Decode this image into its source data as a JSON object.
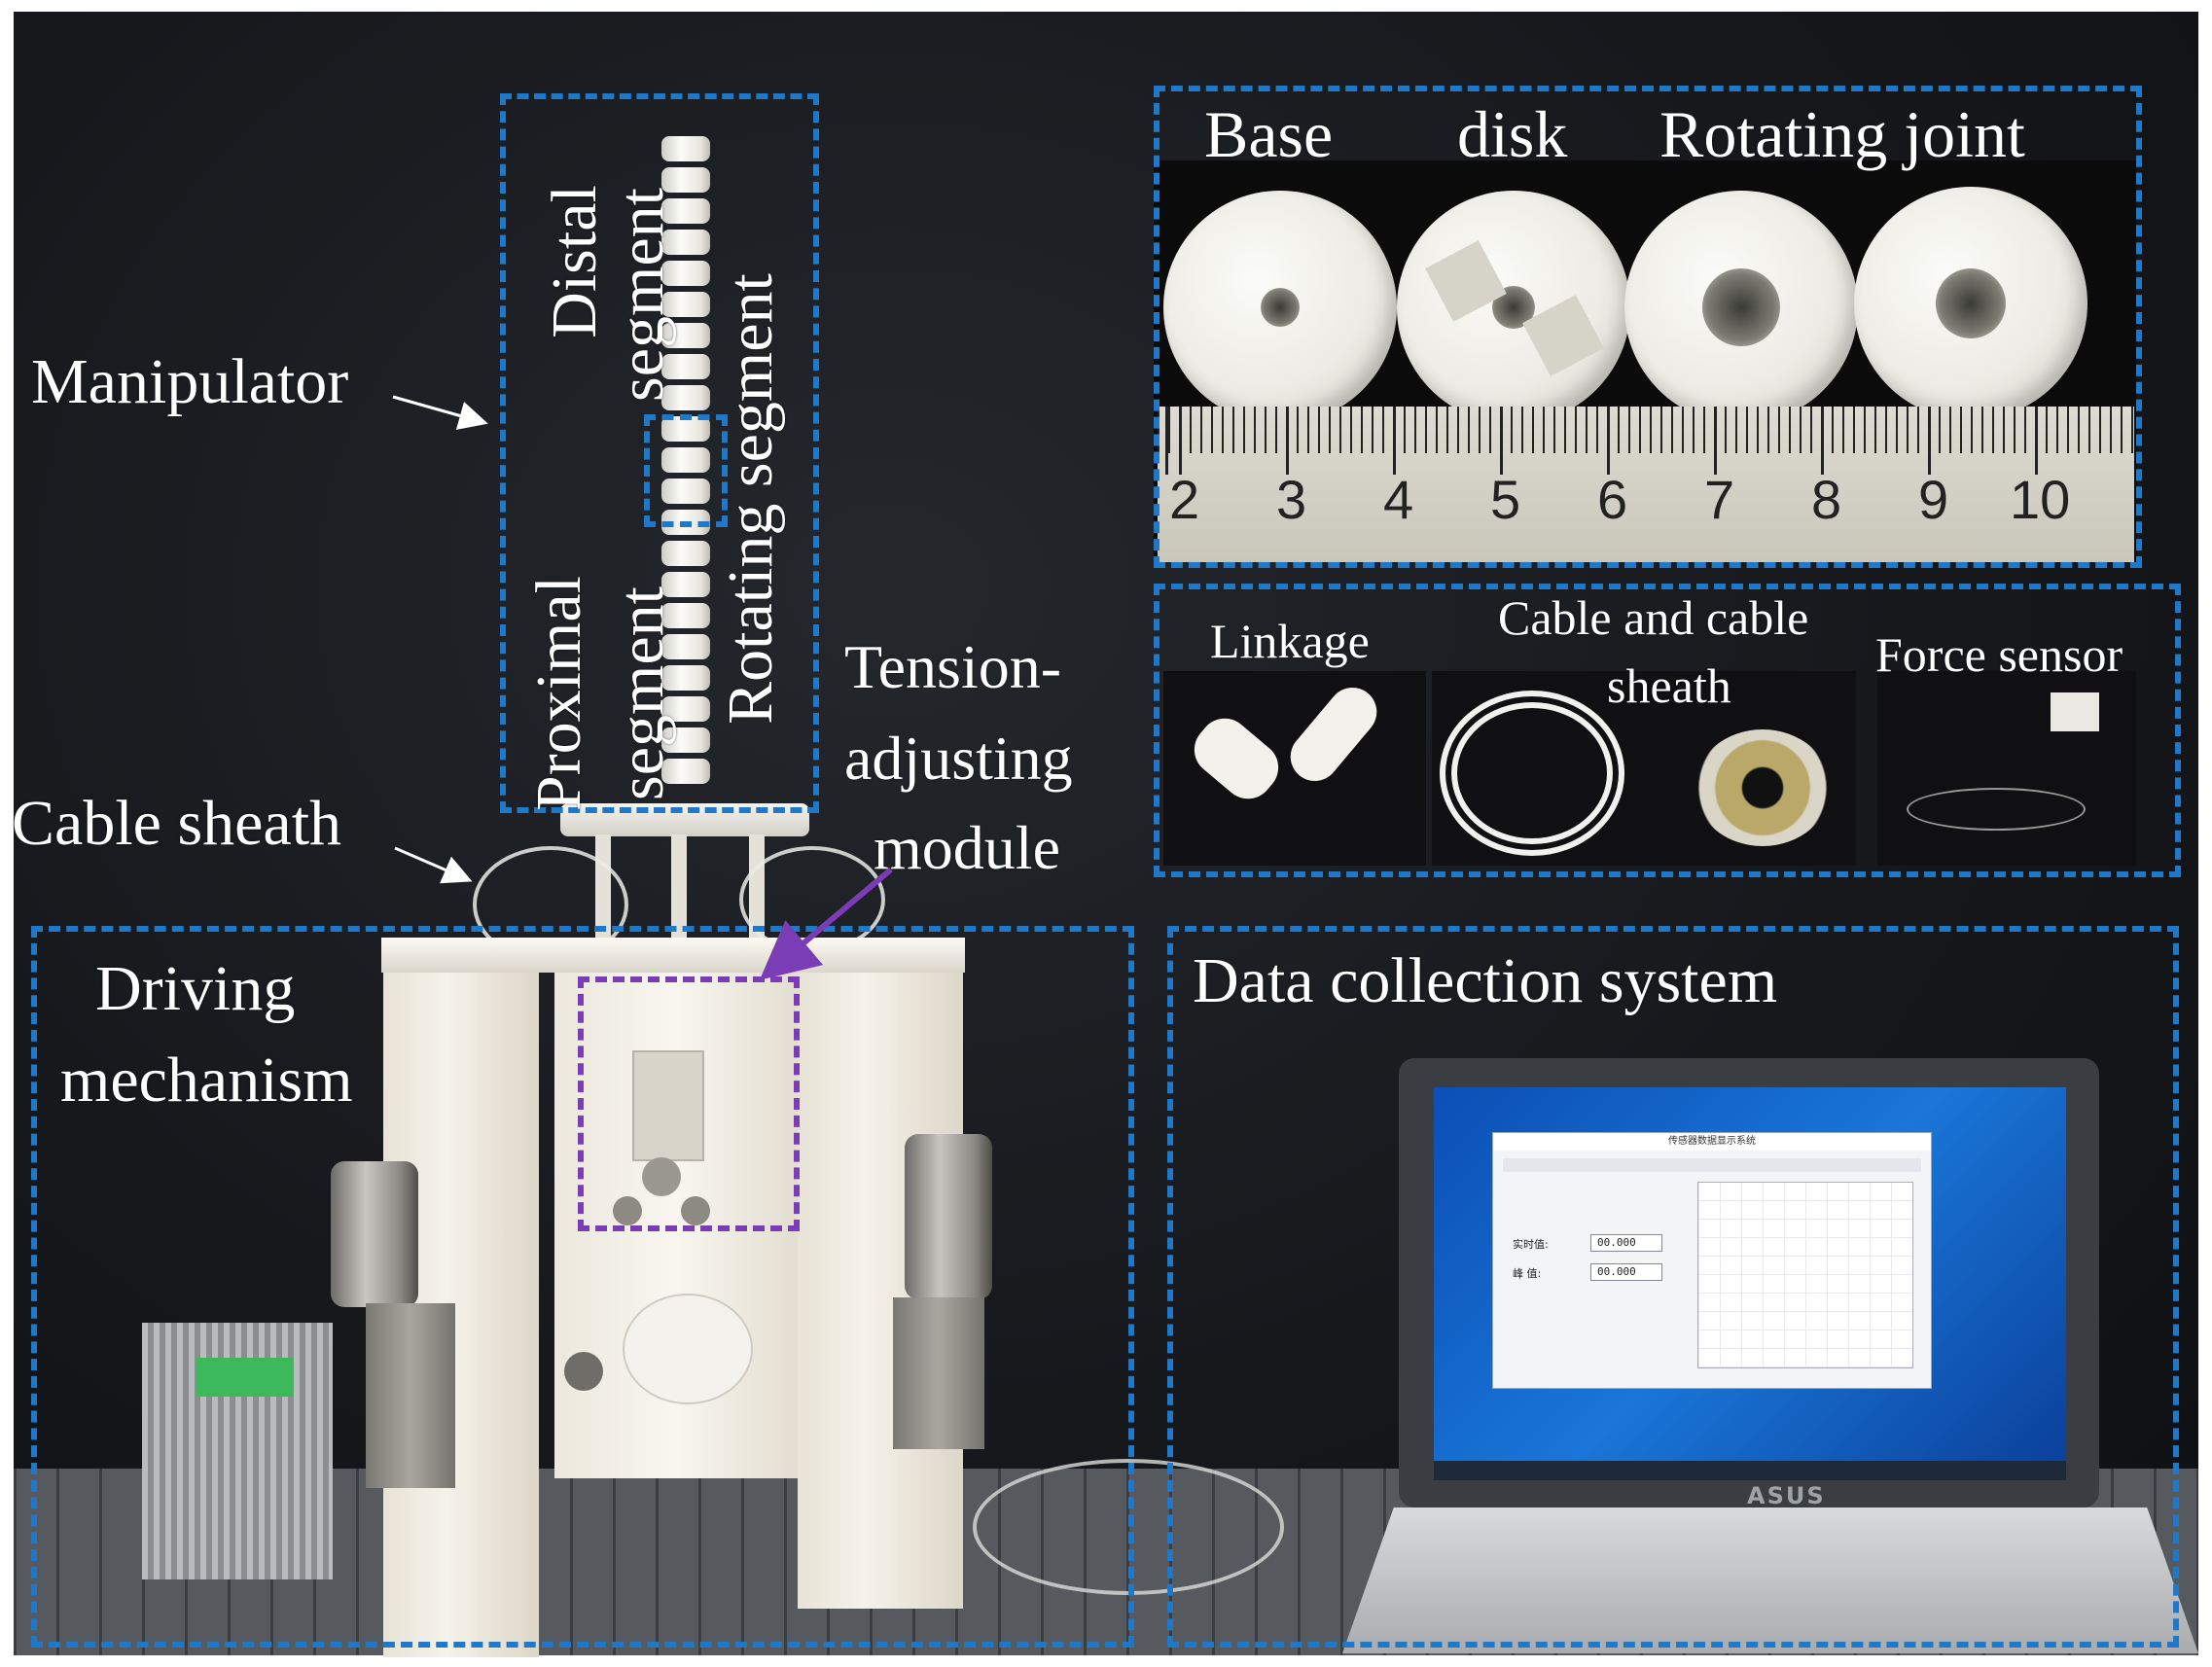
{
  "labels": {
    "manipulator": "Manipulator",
    "distal": "Distal",
    "segment_upper": "segment",
    "rotating_segment": "Rotating segment",
    "proximal": "Proximal",
    "segment_lower": "segment",
    "tension_adjusting_module": [
      "Tension-",
      "adjusting",
      "module"
    ],
    "cable_sheath": "Cable sheath",
    "driving_mechanism": [
      "Driving",
      "mechanism"
    ],
    "base": "Base",
    "disk": "disk",
    "rotating_joint": "Rotating joint",
    "linkage": "Linkage",
    "cable_and_cable_sheath": [
      "Cable and cable",
      "sheath"
    ],
    "force_sensor": "Force sensor",
    "data_collection_system": "Data collection system"
  },
  "ruler": {
    "numbers": [
      "2",
      "3",
      "4",
      "5",
      "6",
      "7",
      "8",
      "9",
      "10"
    ]
  },
  "screen_app": {
    "title": "传感器数据显示系统",
    "realtime_label": "实时值:",
    "realtime_value": "00.000",
    "peak_label": "峰  值:",
    "peak_value": "00.000"
  },
  "laptop_brand": "ASUS",
  "colors": {
    "dash_blue": "#1f78c8",
    "dash_purple": "#7b3db5",
    "label_text": "#ffffff",
    "background": "#16181c"
  }
}
